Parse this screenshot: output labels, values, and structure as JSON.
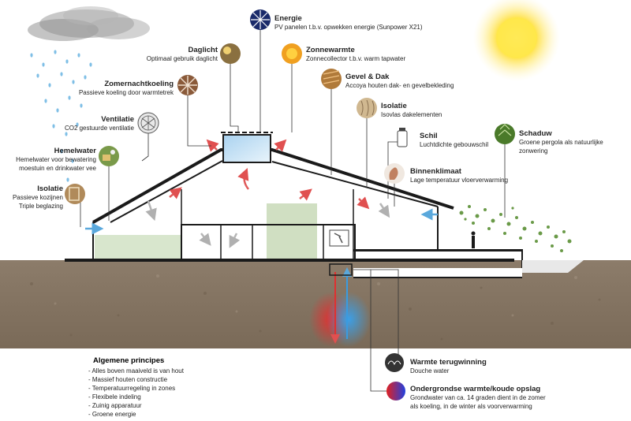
{
  "labels": {
    "energie": {
      "title": "Energie",
      "desc": "PV panelen t.b.v. opwekken energie (Sunpower X21)"
    },
    "daglicht": {
      "title": "Daglicht",
      "desc": "Optimaal gebruik daglicht"
    },
    "zonnewarmte": {
      "title": "Zonnewarmte",
      "desc": "Zonnecollector t.b.v. warm tapwater"
    },
    "zomernachtkoeling": {
      "title": "Zomernachtkoeling",
      "desc": "Passieve koeling door warmtetrek"
    },
    "gevel_dak": {
      "title": "Gevel & Dak",
      "desc": "Accoya houten dak- en gevelbekleding"
    },
    "isolatie_dak": {
      "title": "Isolatie",
      "desc": "Isovlas dakelementen"
    },
    "ventilatie": {
      "title": "Ventilatie",
      "desc": "CO2 gestuurde ventilatie"
    },
    "schil": {
      "title": "Schil",
      "desc": "Luchtdichte gebouwschil"
    },
    "schaduw": {
      "title": "Schaduw",
      "desc": "Groene pergola als natuurlijke zonwering"
    },
    "hemelwater": {
      "title": "Hemelwater",
      "desc1": "Hemelwater voor bewatering",
      "desc2": "moestuin en drinkwater vee"
    },
    "binnenklimaat": {
      "title": "Binnenklimaat",
      "desc": "Lage temperatuur vloerverwarming"
    },
    "isolatie_gevel": {
      "title": "Isolatie",
      "desc1": "Passieve kozijnen",
      "desc2": "Triple beglazing"
    },
    "warmte_terugwinning": {
      "title": "Warmte terugwinning",
      "desc": "Douche water"
    },
    "ondergrondse": {
      "title": "Ondergrondse warmte/koude opslag",
      "desc1": "Grondwater van ca. 14 graden dient in de zomer",
      "desc2": "als koeling, in de winter als voorverwarming"
    }
  },
  "principles": {
    "title": "Algemene principes",
    "items": [
      "Alles boven maaiveld is van hout",
      "Massief houten constructie",
      "Temperatuurregeling in zones",
      "Flexibele indeling",
      "Zuinig apparatuur",
      "Groene energie"
    ]
  },
  "colors": {
    "soil": "#8a7a68",
    "structure": "#1a1a1a",
    "warm_arrow": "#e0484a",
    "cool_arrow": "#5aa8dc",
    "grey_arrow": "#b5b5b5",
    "sun": "#ffe24a",
    "glass": "#cfe6f5"
  },
  "icons": [
    "pv-panel-icon",
    "daylight-icon",
    "sun-collector-icon",
    "fan-cooling-icon",
    "wood-cladding-icon",
    "insulation-icon",
    "ventilation-fan-icon",
    "bottle-shell-icon",
    "tree-shade-icon",
    "rain-water-icon",
    "heating-hand-icon",
    "window-frame-icon",
    "water-recovery-icon",
    "thermal-storage-icon"
  ]
}
